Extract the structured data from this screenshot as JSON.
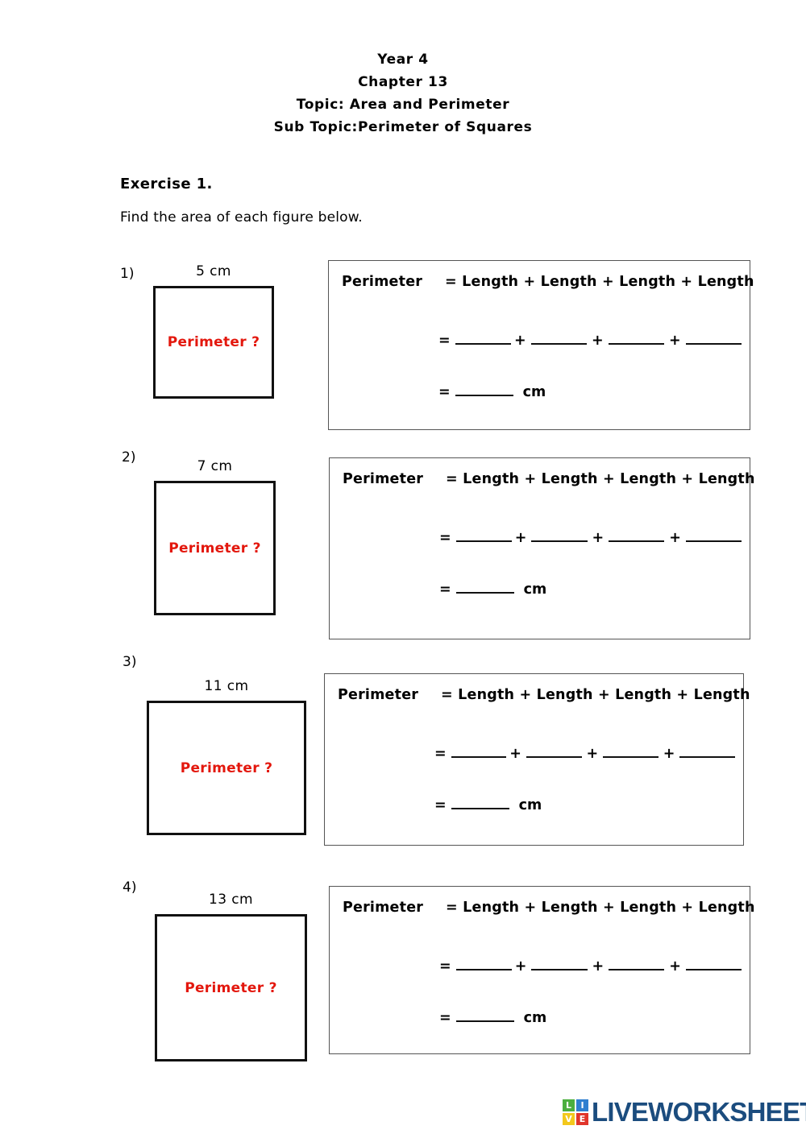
{
  "header": {
    "lines": [
      "Year 4",
      "Chapter 13",
      "Topic: Area and Perimeter",
      "Sub Topic:Perimeter of Squares"
    ]
  },
  "exercise": {
    "title": "Exercise 1.",
    "instruction": "Find the area of each figure below."
  },
  "answer_template": {
    "label": "Perimeter",
    "formula": "= Length + Length + Length + Length",
    "equals": "=",
    "plus": "+",
    "unit": "cm",
    "blank": ""
  },
  "questions": [
    {
      "number": "1)",
      "dimension": "5 cm",
      "figure_text": "Perimeter ?",
      "answer": {
        "label": "Perimeter",
        "formula": "= Length + Length + Length + Length",
        "equals": "=",
        "plus": "+",
        "unit": "cm"
      }
    },
    {
      "number": "2)",
      "dimension": "7 cm",
      "figure_text": "Perimeter ?",
      "answer": {
        "label": "Perimeter",
        "formula": "= Length + Length + Length + Length",
        "equals": "=",
        "plus": "+",
        "unit": "cm"
      }
    },
    {
      "number": "3)",
      "dimension": "11 cm",
      "figure_text": "Perimeter ?",
      "answer": {
        "label": "Perimeter",
        "formula": "= Length + Length + Length + Length",
        "equals": "=",
        "plus": "+",
        "unit": "cm"
      }
    },
    {
      "number": "4)",
      "dimension": "13 cm",
      "figure_text": "Perimeter ?",
      "answer": {
        "label": "Perimeter",
        "formula": "= Length + Length + Length + Length",
        "equals": "=",
        "plus": "+",
        "unit": "cm"
      }
    }
  ],
  "footer": {
    "logo_badge_letters": [
      "L",
      "I",
      "V",
      "E"
    ],
    "logo_text": "LIVEWORKSHEETS"
  },
  "colors": {
    "figure_text": "#e3170d",
    "logo_text": "#1b4c7e",
    "badge_l": "#4caf3f",
    "badge_i": "#2f7fd0",
    "badge_v": "#f3c81c",
    "badge_e": "#e0352b"
  }
}
